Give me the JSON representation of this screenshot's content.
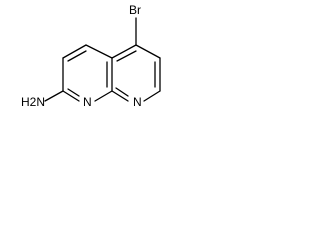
{
  "structure": {
    "atoms": {
      "br": "Br",
      "n1": "N",
      "n8": "N",
      "amine": "H2N"
    },
    "colors": {
      "background": "#ffffff",
      "bond": "#000000",
      "label": "#000000"
    }
  }
}
